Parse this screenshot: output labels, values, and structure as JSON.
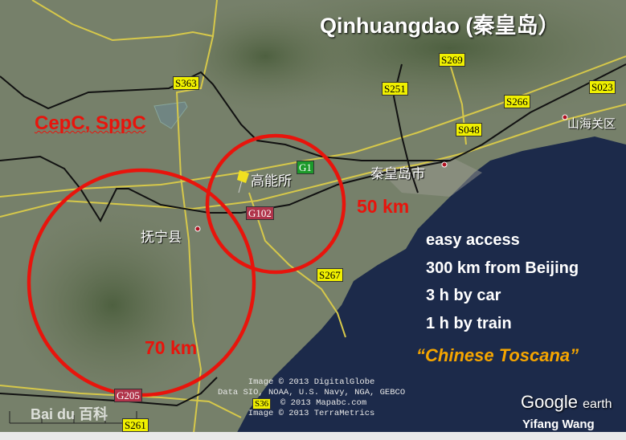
{
  "title": "Qinhuangdao (秦皇岛）",
  "project_label": "CepC, SppC",
  "circles": [
    {
      "label": "70 km",
      "color": "#e8140c"
    },
    {
      "label": "50 km",
      "color": "#e8140c"
    }
  ],
  "facts": [
    "easy access",
    "300 km from Beijing",
    "3 h by car",
    "1 h by train"
  ],
  "tagline": "“Chinese Toscana”",
  "places": {
    "ihep_site": "高能所",
    "funing": "抚宁县",
    "qinhuangdao_city": "秦皇岛市",
    "shanhaiguan": "山海关区"
  },
  "road_shields": {
    "s363": "S363",
    "s269": "S269",
    "s251": "S251",
    "s266": "S266",
    "s023": "S023",
    "s048": "S048",
    "g1": "G1",
    "g102": "G102",
    "s267": "S267",
    "g205": "G205",
    "s261": "S261",
    "s36x": "S36"
  },
  "credits": [
    "Image © 2013 DigitalGlobe",
    "Data SIO, NOAA, U.S. Navy, NGA, GEBCO",
    "© 2013 Mapabc.com",
    "Image © 2013 TerraMetrics"
  ],
  "google_earth": {
    "brand": "Google",
    "product": "earth"
  },
  "baidu_watermark": "Bai du 百科",
  "author": "Yifang Wang",
  "colors": {
    "circle": "#e8140c",
    "sea": "#1c2a4a",
    "land": "#6f7a5e",
    "tagline": "#f5a500"
  }
}
